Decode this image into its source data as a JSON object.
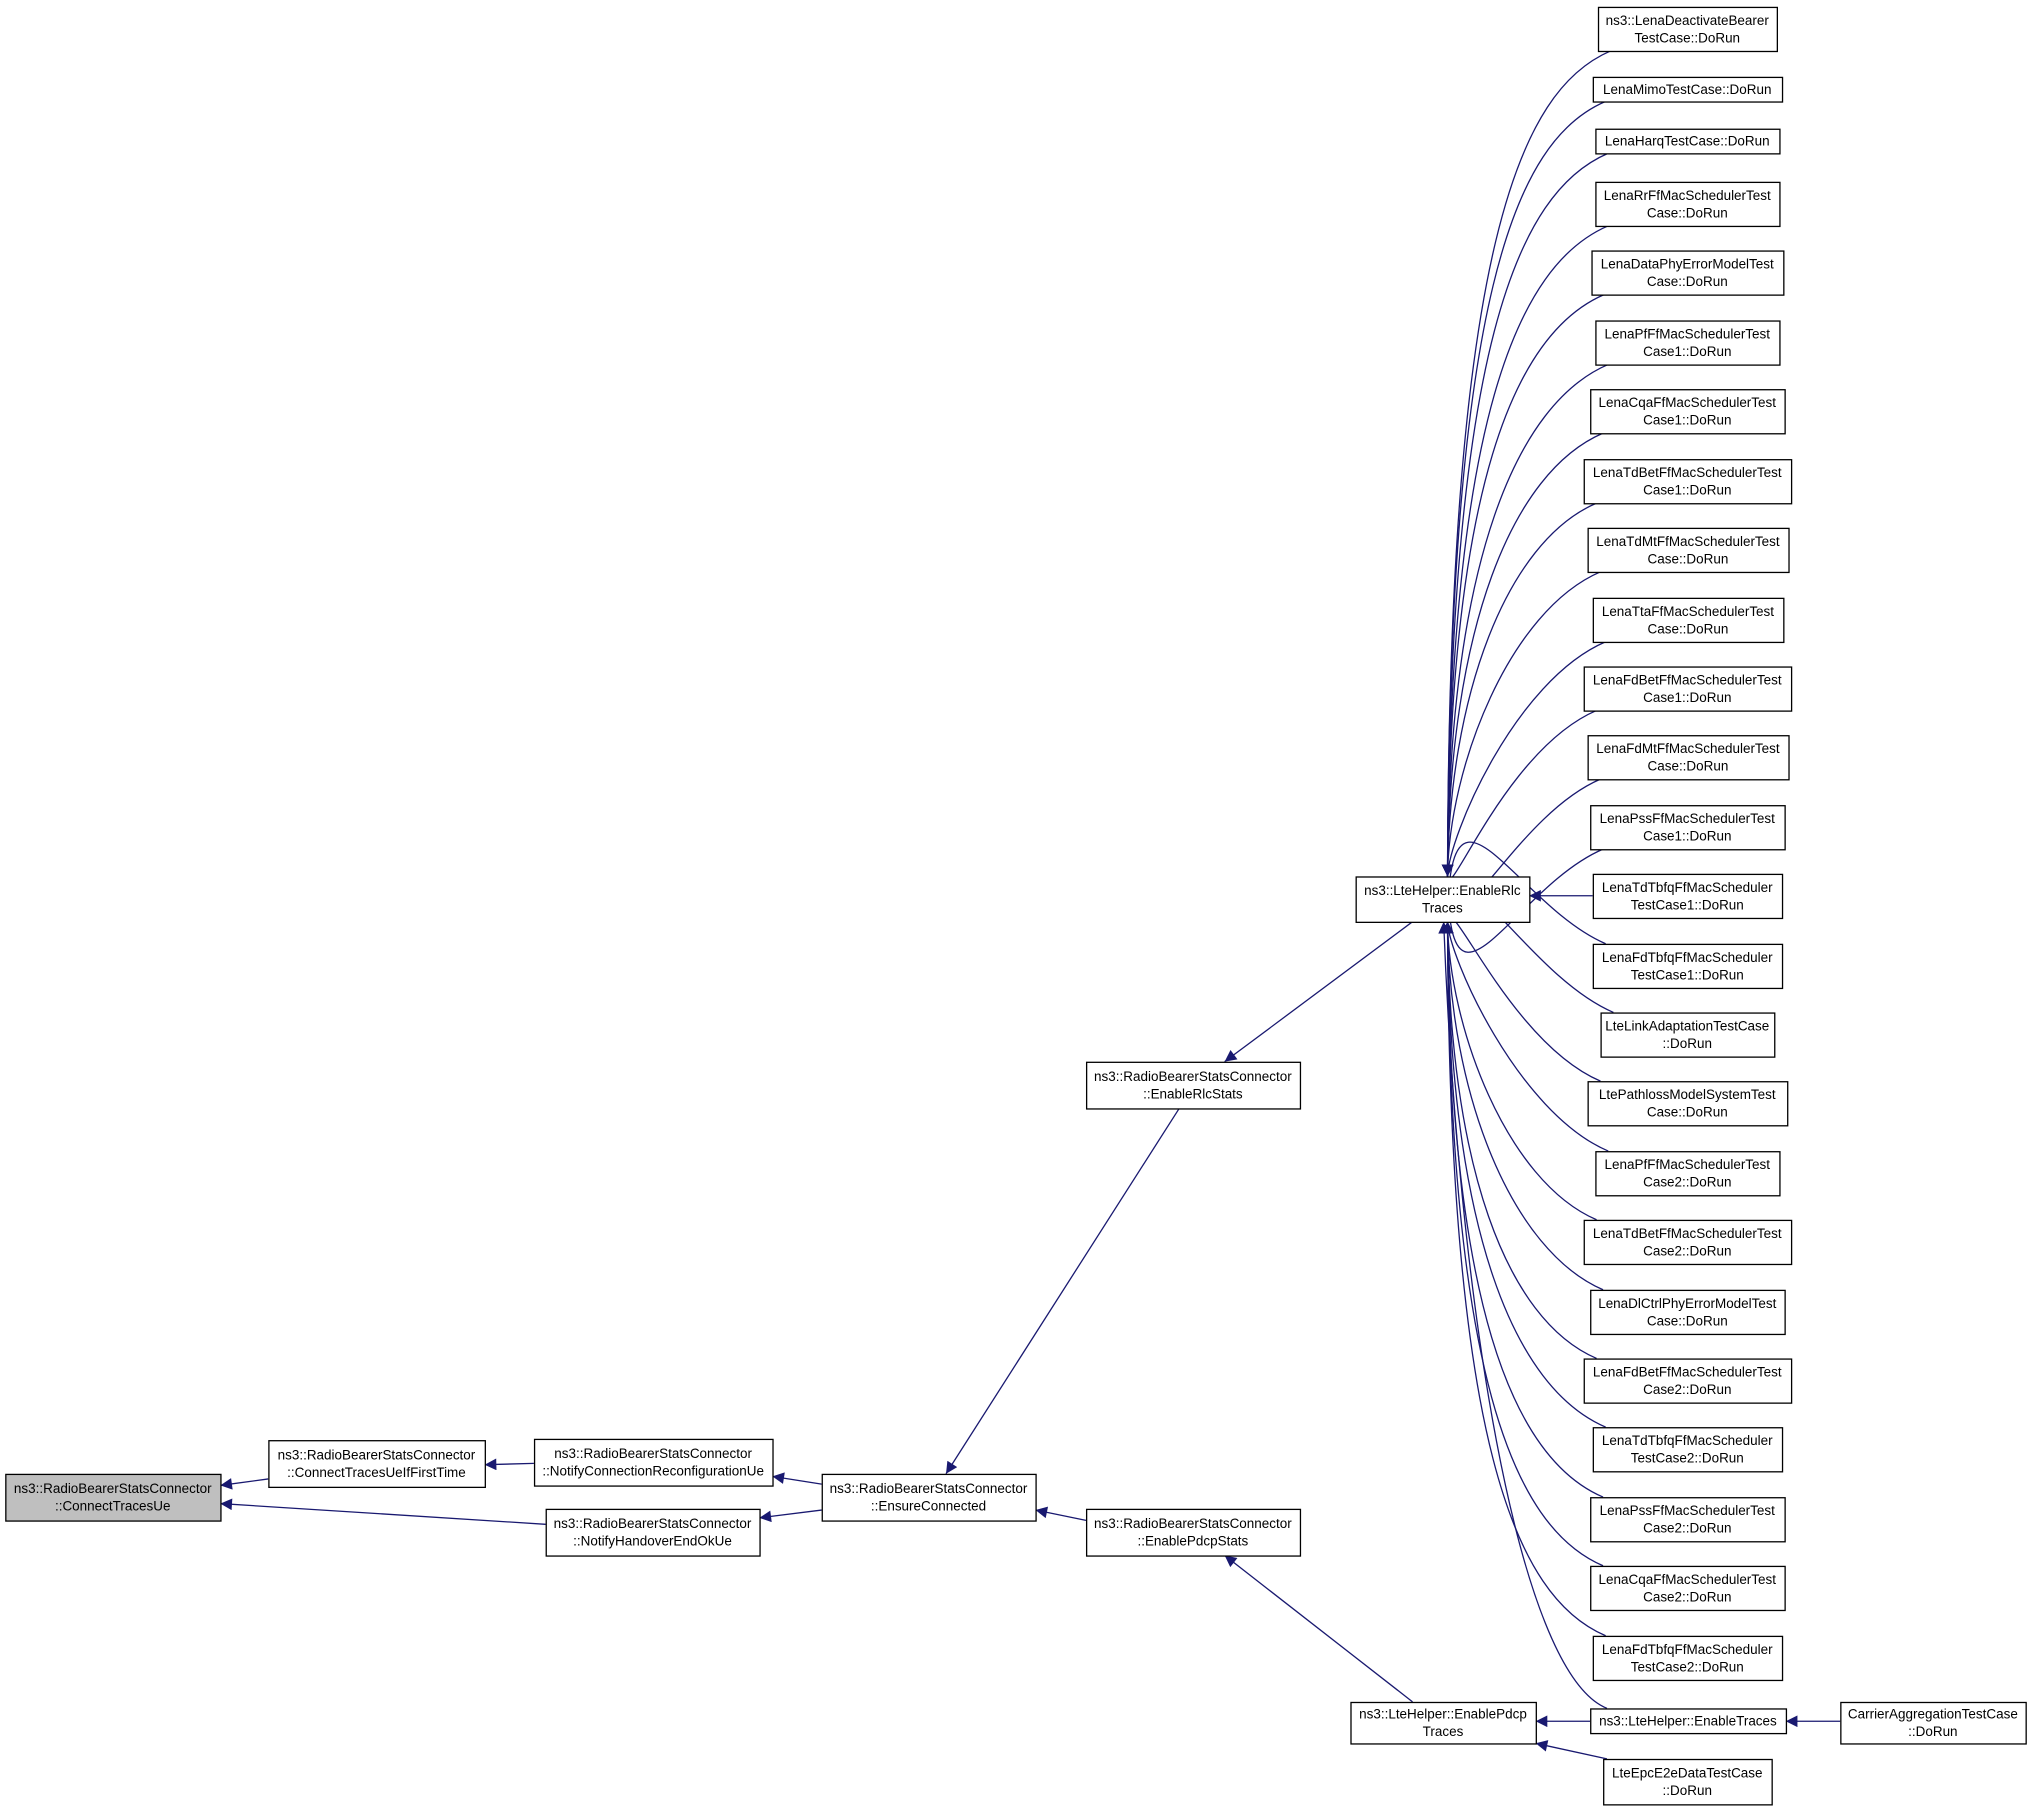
{
  "graph": {
    "title": "Caller graph of ns3::RadioBearerStatsConnector::ConnectTracesUe",
    "colors": {
      "edge": "#191970",
      "root_fill": "#bfbfbf",
      "node_border": "#000000"
    },
    "nodes": [
      {
        "id": "connectTracesUe",
        "lines": [
          "ns3::RadioBearerStatsConnector",
          "::ConnectTracesUe"
        ],
        "root": true
      },
      {
        "id": "ifFirstTime",
        "lines": [
          "ns3::RadioBearerStatsConnector",
          "::ConnectTracesUeIfFirstTime"
        ]
      },
      {
        "id": "notifyConnReconf",
        "lines": [
          "ns3::RadioBearerStatsConnector",
          "::NotifyConnectionReconfigurationUe"
        ]
      },
      {
        "id": "notifyHandover",
        "lines": [
          "ns3::RadioBearerStatsConnector",
          "::NotifyHandoverEndOkUe"
        ]
      },
      {
        "id": "ensureConnected",
        "lines": [
          "ns3::RadioBearerStatsConnector",
          "::EnsureConnected"
        ]
      },
      {
        "id": "enableRlcStats",
        "lines": [
          "ns3::RadioBearerStatsConnector",
          "::EnableRlcStats"
        ]
      },
      {
        "id": "enablePdcpStats",
        "lines": [
          "ns3::RadioBearerStatsConnector",
          "::EnablePdcpStats"
        ]
      },
      {
        "id": "rlcTraces",
        "lines": [
          "ns3::LteHelper::EnableRlc",
          "Traces"
        ]
      },
      {
        "id": "pdcpTraces",
        "lines": [
          "ns3::LteHelper::EnablePdcp",
          "Traces"
        ]
      },
      {
        "id": "enableTraces",
        "lines": [
          "ns3::LteHelper::EnableTraces"
        ]
      },
      {
        "id": "carrierAgg",
        "lines": [
          "CarrierAggregationTestCase",
          "::DoRun"
        ]
      },
      {
        "id": "e2eData",
        "lines": [
          "LteEpcE2eDataTestCase",
          "::DoRun"
        ]
      },
      {
        "id": "r0",
        "lines": [
          "ns3::LenaDeactivateBearer",
          "TestCase::DoRun"
        ]
      },
      {
        "id": "r1",
        "lines": [
          "LenaMimoTestCase::DoRun"
        ]
      },
      {
        "id": "r2",
        "lines": [
          "LenaHarqTestCase::DoRun"
        ]
      },
      {
        "id": "r3",
        "lines": [
          "LenaRrFfMacSchedulerTest",
          "Case::DoRun"
        ]
      },
      {
        "id": "r4",
        "lines": [
          "LenaDataPhyErrorModelTest",
          "Case::DoRun"
        ]
      },
      {
        "id": "r5",
        "lines": [
          "LenaPfFfMacSchedulerTest",
          "Case1::DoRun"
        ]
      },
      {
        "id": "r6",
        "lines": [
          "LenaCqaFfMacSchedulerTest",
          "Case1::DoRun"
        ]
      },
      {
        "id": "r7",
        "lines": [
          "LenaTdBetFfMacSchedulerTest",
          "Case1::DoRun"
        ]
      },
      {
        "id": "r8",
        "lines": [
          "LenaTdMtFfMacSchedulerTest",
          "Case::DoRun"
        ]
      },
      {
        "id": "r9",
        "lines": [
          "LenaTtaFfMacSchedulerTest",
          "Case::DoRun"
        ]
      },
      {
        "id": "r10",
        "lines": [
          "LenaFdBetFfMacSchedulerTest",
          "Case1::DoRun"
        ]
      },
      {
        "id": "r11",
        "lines": [
          "LenaFdMtFfMacSchedulerTest",
          "Case::DoRun"
        ]
      },
      {
        "id": "r12",
        "lines": [
          "LenaPssFfMacSchedulerTest",
          "Case1::DoRun"
        ]
      },
      {
        "id": "r13",
        "lines": [
          "LenaTdTbfqFfMacScheduler",
          "TestCase1::DoRun"
        ]
      },
      {
        "id": "r14",
        "lines": [
          "LenaFdTbfqFfMacScheduler",
          "TestCase1::DoRun"
        ]
      },
      {
        "id": "r15",
        "lines": [
          "LteLinkAdaptationTestCase",
          "::DoRun"
        ]
      },
      {
        "id": "r16",
        "lines": [
          "LtePathlossModelSystemTest",
          "Case::DoRun"
        ]
      },
      {
        "id": "r17",
        "lines": [
          "LenaPfFfMacSchedulerTest",
          "Case2::DoRun"
        ]
      },
      {
        "id": "r18",
        "lines": [
          "LenaTdBetFfMacSchedulerTest",
          "Case2::DoRun"
        ]
      },
      {
        "id": "r19",
        "lines": [
          "LenaDlCtrlPhyErrorModelTest",
          "Case::DoRun"
        ]
      },
      {
        "id": "r20",
        "lines": [
          "LenaFdBetFfMacSchedulerTest",
          "Case2::DoRun"
        ]
      },
      {
        "id": "r21",
        "lines": [
          "LenaTdTbfqFfMacScheduler",
          "TestCase2::DoRun"
        ]
      },
      {
        "id": "r22",
        "lines": [
          "LenaPssFfMacSchedulerTest",
          "Case2::DoRun"
        ]
      },
      {
        "id": "r23",
        "lines": [
          "LenaCqaFfMacSchedulerTest",
          "Case2::DoRun"
        ]
      },
      {
        "id": "r24",
        "lines": [
          "LenaFdTbfqFfMacScheduler",
          "TestCase2::DoRun"
        ]
      }
    ],
    "edges": [
      [
        "ifFirstTime",
        "connectTracesUe"
      ],
      [
        "notifyHandover",
        "connectTracesUe"
      ],
      [
        "notifyConnReconf",
        "ifFirstTime"
      ],
      [
        "ensureConnected",
        "notifyConnReconf"
      ],
      [
        "ensureConnected",
        "notifyHandover"
      ],
      [
        "enableRlcStats",
        "ensureConnected"
      ],
      [
        "enablePdcpStats",
        "ensureConnected"
      ],
      [
        "rlcTraces",
        "enableRlcStats"
      ],
      [
        "pdcpTraces",
        "enablePdcpStats"
      ],
      [
        "enableTraces",
        "pdcpTraces"
      ],
      [
        "e2eData",
        "pdcpTraces"
      ],
      [
        "carrierAgg",
        "enableTraces"
      ],
      [
        "enableTraces",
        "rlcTraces"
      ],
      [
        "r0",
        "rlcTraces"
      ],
      [
        "r1",
        "rlcTraces"
      ],
      [
        "r2",
        "rlcTraces"
      ],
      [
        "r3",
        "rlcTraces"
      ],
      [
        "r4",
        "rlcTraces"
      ],
      [
        "r5",
        "rlcTraces"
      ],
      [
        "r6",
        "rlcTraces"
      ],
      [
        "r7",
        "rlcTraces"
      ],
      [
        "r8",
        "rlcTraces"
      ],
      [
        "r9",
        "rlcTraces"
      ],
      [
        "r10",
        "rlcTraces"
      ],
      [
        "r11",
        "rlcTraces"
      ],
      [
        "r12",
        "rlcTraces"
      ],
      [
        "r13",
        "rlcTraces"
      ],
      [
        "r14",
        "rlcTraces"
      ],
      [
        "r15",
        "rlcTraces"
      ],
      [
        "r16",
        "rlcTraces"
      ],
      [
        "r17",
        "rlcTraces"
      ],
      [
        "r18",
        "rlcTraces"
      ],
      [
        "r19",
        "rlcTraces"
      ],
      [
        "r20",
        "rlcTraces"
      ],
      [
        "r21",
        "rlcTraces"
      ],
      [
        "r22",
        "rlcTraces"
      ],
      [
        "r23",
        "rlcTraces"
      ],
      [
        "r24",
        "rlcTraces"
      ]
    ]
  }
}
